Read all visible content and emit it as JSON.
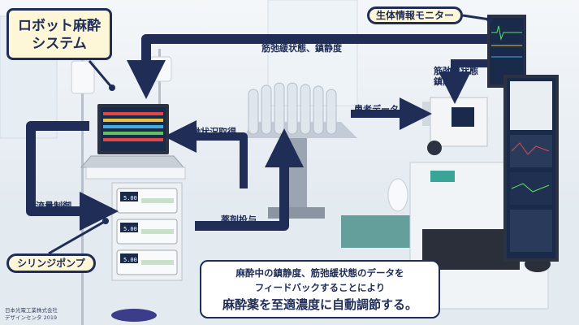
{
  "title": [
    "ロボット麻酔",
    "システム"
  ],
  "monitor_label": "生体情報モニター",
  "pump_label": "シリンジポンプ",
  "arrows": {
    "top": "筋弛緩状態、鎮静度",
    "relaxation": [
      "筋弛緩状態",
      "鎮静度"
    ],
    "patient_data": "患者データ",
    "status": "稼働状況取得",
    "flow_control": "流量制御",
    "drug_admin": "薬剤投与"
  },
  "summary": {
    "line1": "麻酔中の鎮静度、筋弛緩状態のデータを",
    "line2": "フィードバックすることにより",
    "line3": "麻酔薬を至適濃度に自動調節する。"
  },
  "credit": [
    "日本光電工業株式会社",
    "デザインセンタ 2019"
  ],
  "pump_display": "5.00",
  "colors": {
    "arrow": "#1f2d57",
    "callout_bg": "#fdf7d8",
    "screen": "#1a2a4a"
  }
}
